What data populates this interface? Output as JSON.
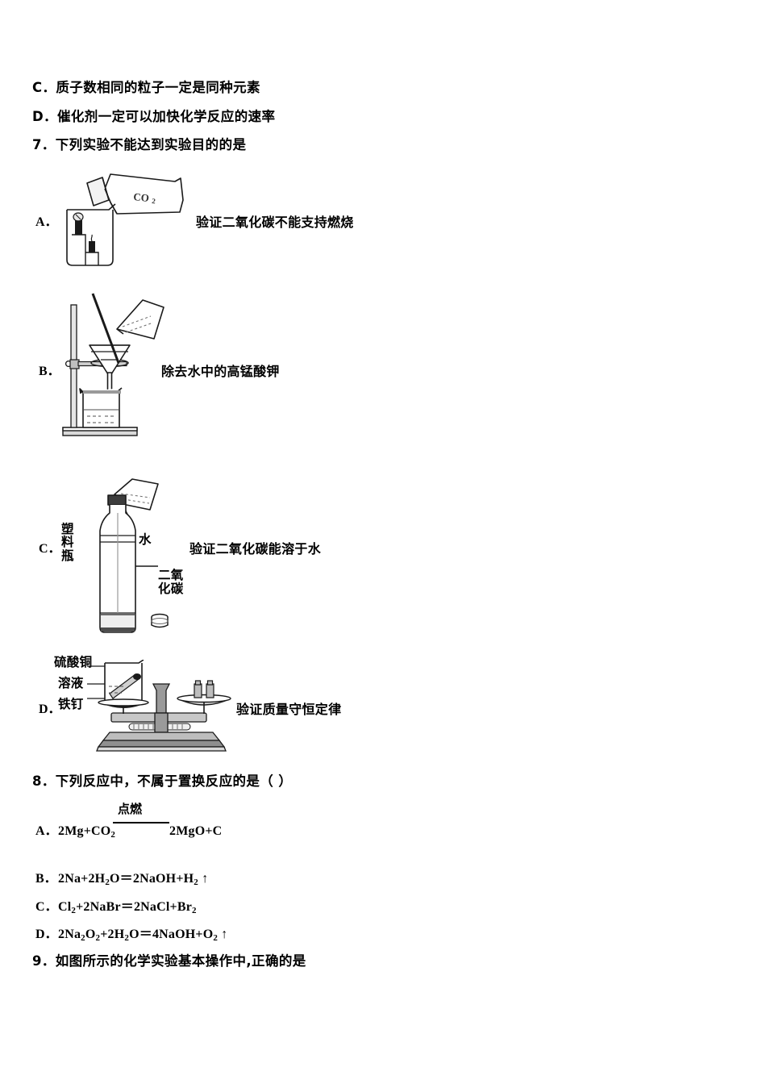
{
  "document": {
    "type": "chemistry-exam-paper",
    "language": "zh-CN"
  },
  "lines": {
    "q6_option_c": "C．质子数相同的粒子一定是同种元素",
    "q6_option_d": "D．催化剂一定可以加快化学反应的速率",
    "q7_stem": "7．下列实验不能达到实验目的的是",
    "q8_stem": "8．下列反应中，不属于置换反应的是（      ）",
    "q9_stem": "9．如图所示的化学实验基本操作中,正确的是"
  },
  "q7": {
    "options": [
      {
        "label": "A．",
        "description": "验证二氧化碳不能支持燃烧",
        "figure": "co2-pour-into-beaker-with-candles",
        "figure_labels": [
          "CO₂"
        ]
      },
      {
        "label": "B．",
        "description": "除去水中的高锰酸钾",
        "figure": "filtration-apparatus-with-iron-stand",
        "figure_labels": []
      },
      {
        "label": "C．",
        "description": "验证二氧化碳能溶于水",
        "figure": "plastic-bottle-with-water-and-co2",
        "figure_labels": [
          "塑料瓶",
          "水",
          "二氧化碳"
        ]
      },
      {
        "label": "D．",
        "description": "验证质量守恒定律",
        "figure": "balance-scale-with-beaker-and-weights",
        "figure_labels": [
          "硫酸铜",
          "溶液",
          "铁钉"
        ]
      }
    ]
  },
  "q8": {
    "options": [
      {
        "label": "A．",
        "reactants": "2Mg+CO2",
        "condition": "点燃",
        "products": "2MgO+C"
      },
      {
        "label": "B．",
        "equation": "2Na+2H2O＝2NaOH+H2 ↑"
      },
      {
        "label": "C．",
        "equation": "Cl2+2NaBr＝2NaCl+Br2"
      },
      {
        "label": "D．",
        "equation": "2Na2O2+2H2O＝4NaOH+O2 ↑"
      }
    ]
  },
  "colors": {
    "ink": "#000000",
    "paper": "#ffffff",
    "figure_gray": "#808080"
  }
}
